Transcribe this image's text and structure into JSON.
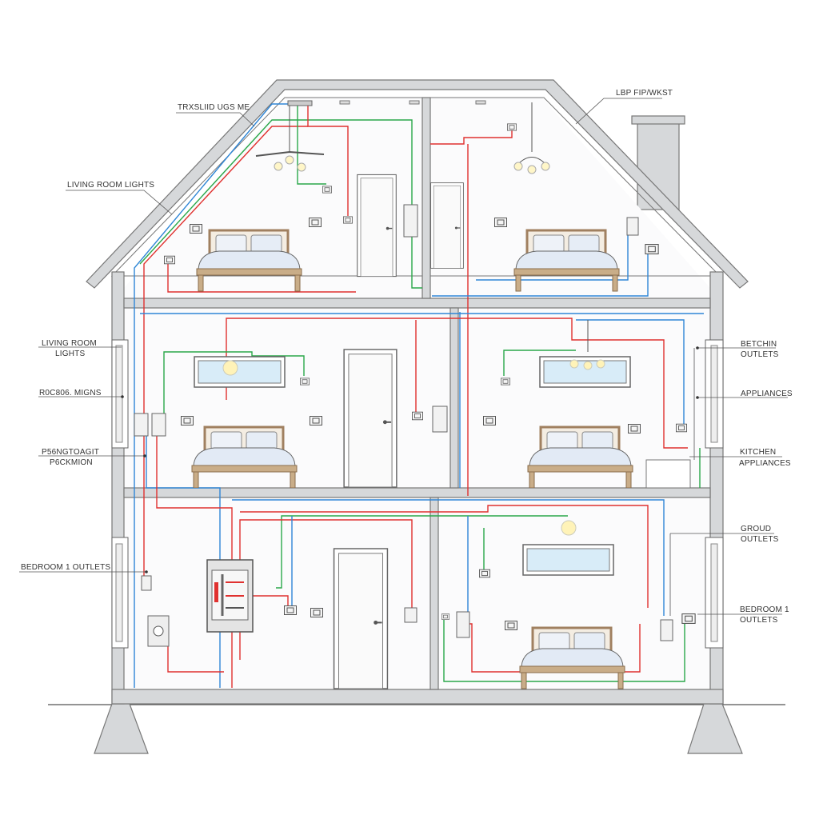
{
  "diagram": {
    "labels": {
      "top_left": "TRXSLIID UGS ME",
      "roof_left": "LIVING ROOM LIGHTS",
      "top_right": "LBP FIP/WKST",
      "living_room_lights_1": "LIVING ROOM",
      "living_room_lights_2": "LIGHTS",
      "left_mid": "R0C806. MIGNS",
      "left_lower_1": "P56NGTOAGIT",
      "left_lower_2": "P6CKMION",
      "bedroom_left": "BEDROOM 1 OUTLETS",
      "kitchen_outlets_1": "BETCHIN",
      "kitchen_outlets_2": "OUTLETS",
      "appliances": "APPLIANCES",
      "kitchen_appliances_1": "KITCHEN",
      "kitchen_appliances_2": "APPLIANCES",
      "ground_outlets_1": "GROUD",
      "ground_outlets_2": "OUTLETS",
      "bedroom_right_1": "BEDROOM 1",
      "bedroom_right_2": "OUTLETS"
    },
    "wire_colors": {
      "hot": "#e0312f",
      "neutral": "#2f86d6",
      "ground": "#2aa84a"
    }
  }
}
